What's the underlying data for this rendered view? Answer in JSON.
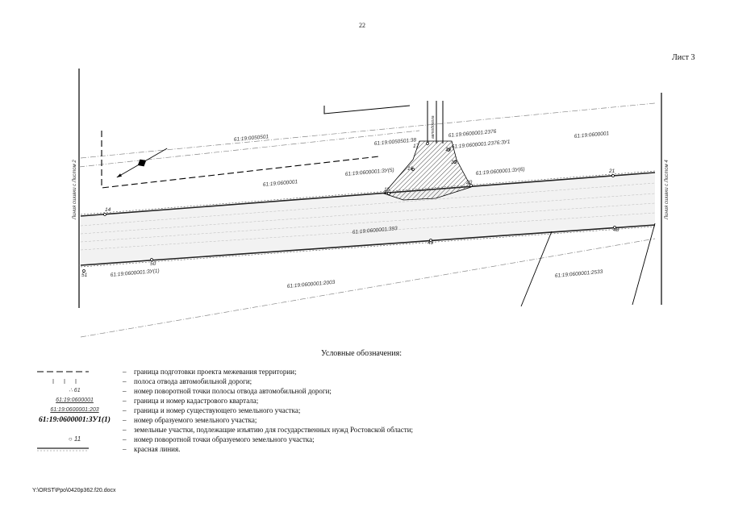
{
  "page": {
    "number": "22",
    "sheet_title": "Лист 3",
    "footer_path": "Y:\\ORST\\Ppo\\0420p362.f20.docx"
  },
  "map": {
    "labels": {
      "q_0501": "61:19:0050501",
      "q_0601_left": "61:19:0600001",
      "q_0601_right": "61:19:0600001",
      "p_0501_38": "61:19:0050501:38",
      "p_2376": "61:19:0600001:2376",
      "p_2376_zu1": "61:19:0600001:2376:ЗУ1",
      "zu5": "61:19:0600001:ЗУ(5)",
      "zu6": "61:19:0600001:ЗУ(6)",
      "p_393": "61:19:0600001:393",
      "p_2003": "61:19:0600001:2003",
      "p_2533": "61:19:0600001:2533",
      "zu1": "61:19:0600001:ЗУ(1)",
      "side_left": "Линия сшивки с Листом 2",
      "side_right": "Линия сшивки с Листом 4",
      "vertical_road": "автодорога"
    },
    "points": {
      "p14": "14",
      "p15": "15",
      "p16": "16",
      "p17": "17",
      "p18": "18",
      "p19": "19",
      "p20": "20",
      "p21": "21",
      "p48": "48",
      "p49": "49",
      "p50": "50",
      "p51": "51"
    }
  },
  "legend": {
    "title": "Условные обозначения:",
    "dash": "–",
    "items": [
      {
        "desc": "граница подготовки проекта межевания территории;"
      },
      {
        "desc": "полоса отвода автомобильной дороги;"
      },
      {
        "symbol": "∴ 61",
        "desc": "номер поворотной точки полосы отвода автомобильной дороги;"
      },
      {
        "symbol": "61:19:0600001",
        "desc": "граница и номер кадастрового квартала;"
      },
      {
        "symbol": "61:19:0600001:203",
        "desc": "граница и номер существующего земельного участка;"
      },
      {
        "symbol": "61:19:0600001:ЗУ1(1)",
        "desc": "номер образуемого земельного участка;"
      },
      {
        "desc": "земельные участки, подлежащие изъятию для государственных нужд Ростовской области;"
      },
      {
        "symbol": "○ 11",
        "desc": "номер поворотной точки образуемого земельного участка;"
      },
      {
        "desc": "красная линия."
      }
    ]
  }
}
